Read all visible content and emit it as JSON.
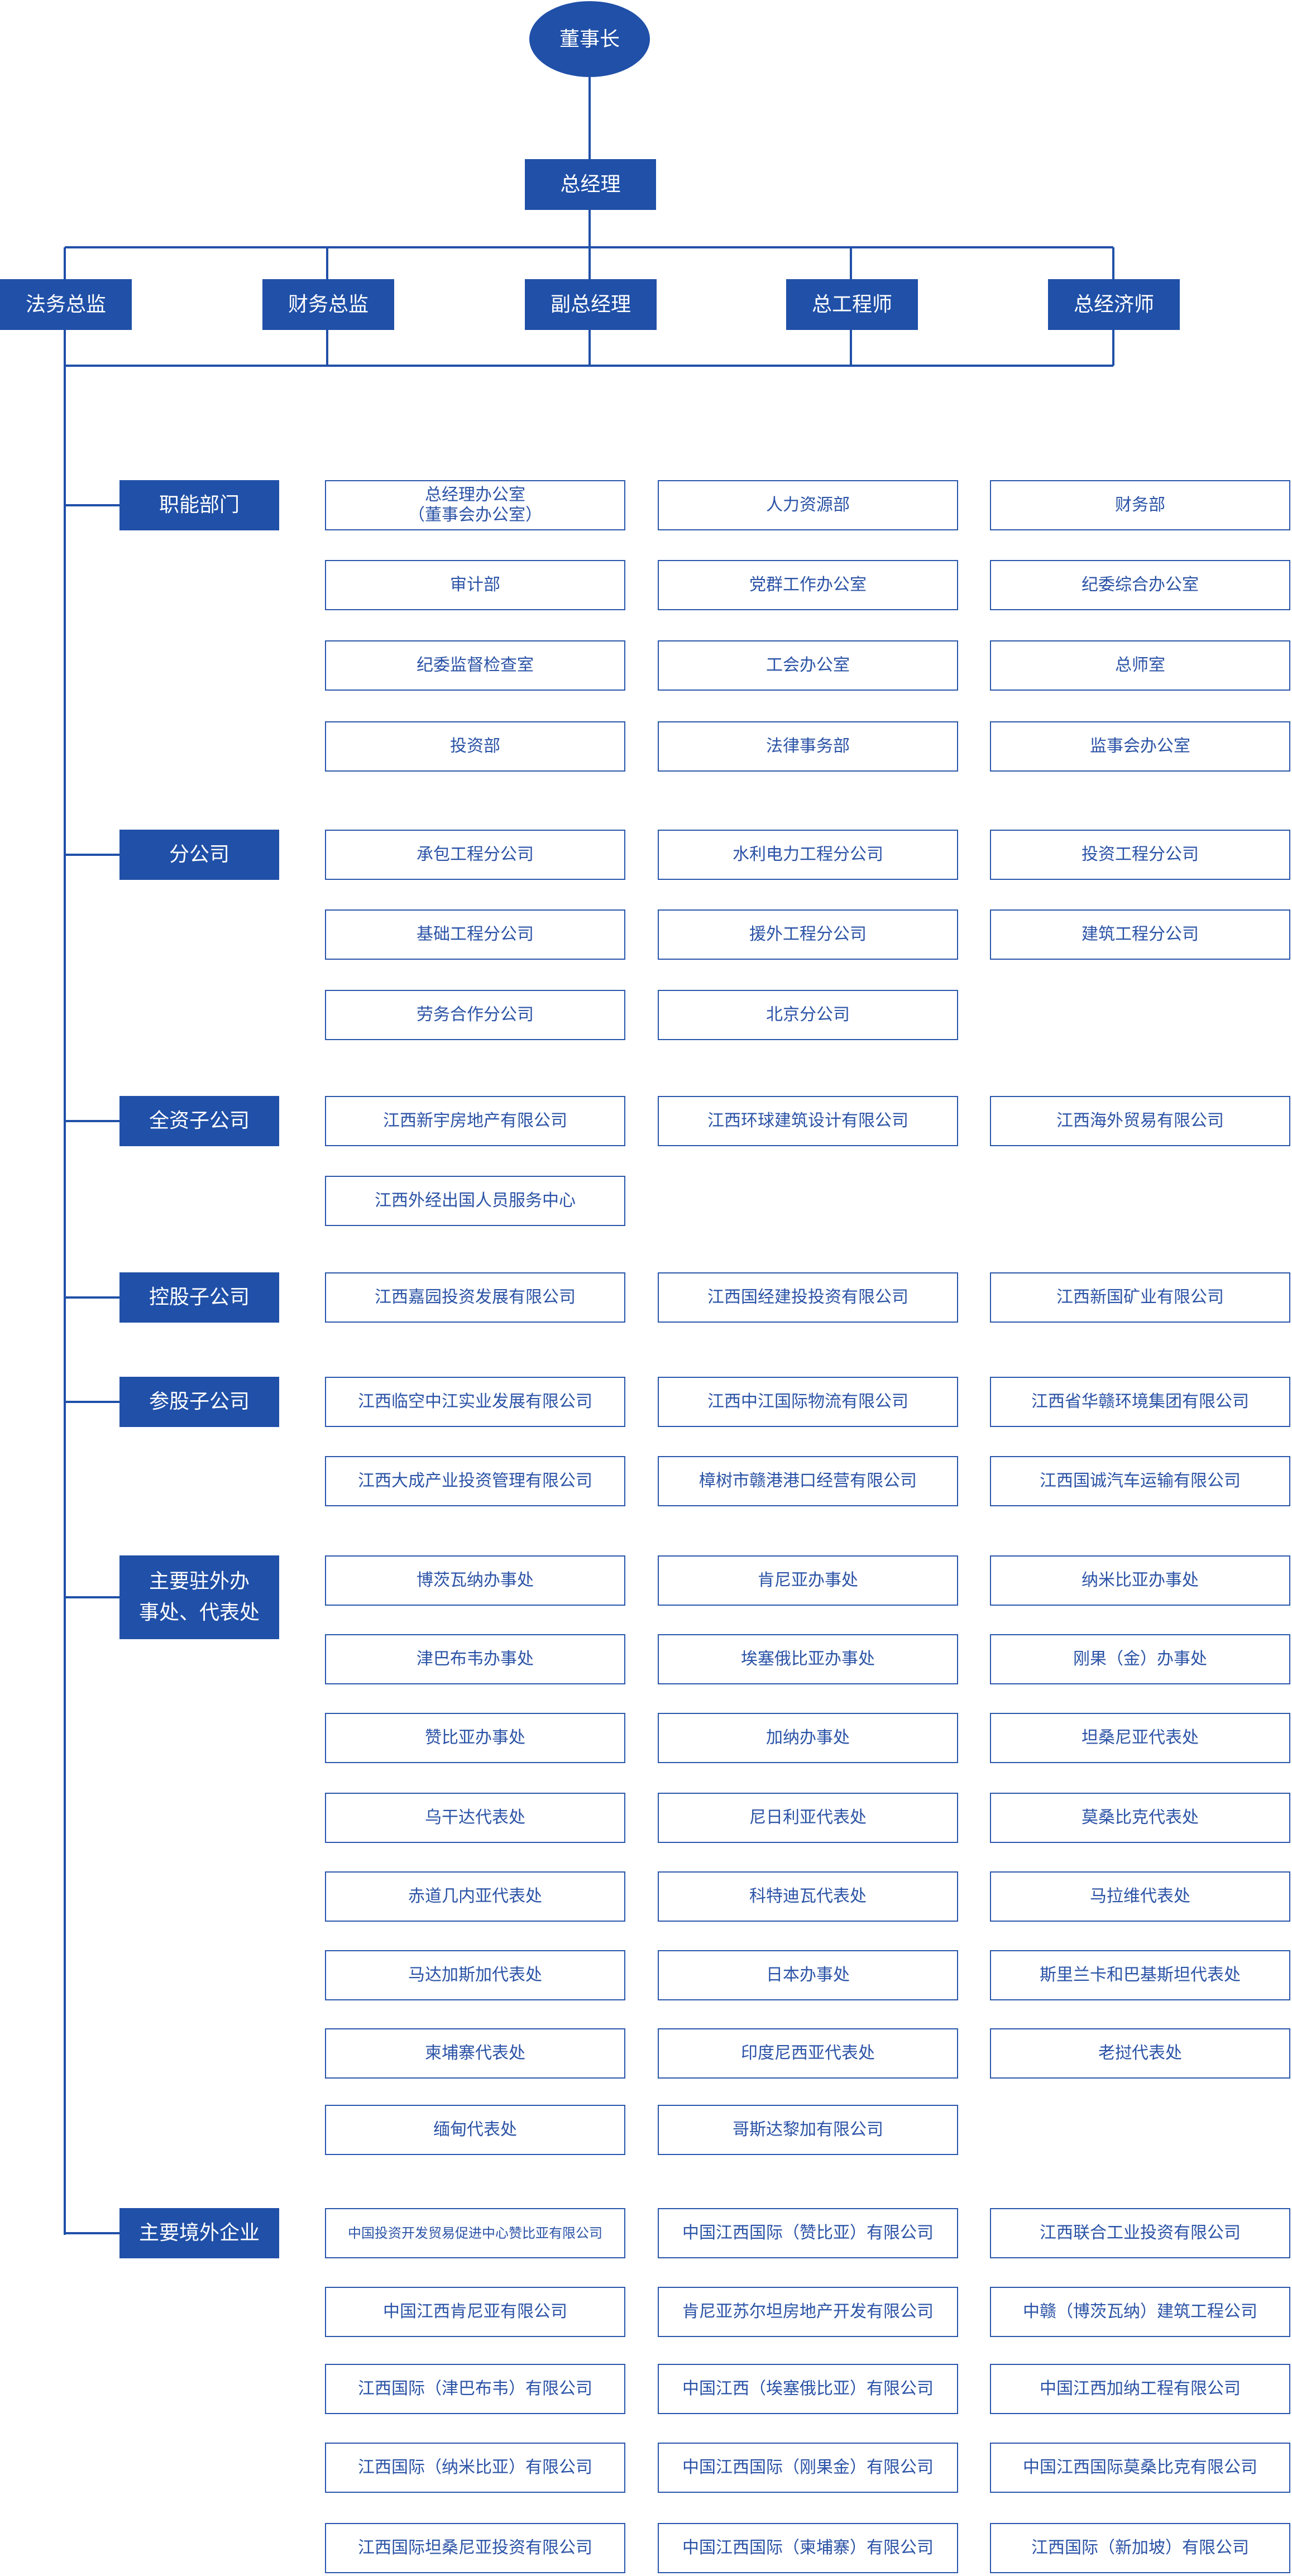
{
  "chairman": "董事长",
  "general_manager": "总经理",
  "executives": [
    "法务总监",
    "财务总监",
    "副总经理",
    "总工程师",
    "总经济师"
  ],
  "sections": [
    {
      "name": "职能部门",
      "items": [
        "总经理办公室\n（董事会办公室）",
        "人力资源部",
        "财务部",
        "审计部",
        "党群工作办公室",
        "纪委综合办公室",
        "纪委监督检查室",
        "工会办公室",
        "总师室",
        "投资部",
        "法律事务部",
        "监事会办公室"
      ]
    },
    {
      "name": "分公司",
      "items": [
        "承包工程分公司",
        "水利电力工程分公司",
        "投资工程分公司",
        "基础工程分公司",
        "援外工程分公司",
        "建筑工程分公司",
        "劳务合作分公司",
        "北京分公司"
      ]
    },
    {
      "name": "全资子公司",
      "items": [
        "江西新宇房地产有限公司",
        "江西环球建筑设计有限公司",
        "江西海外贸易有限公司",
        "江西外经出国人员服务中心"
      ]
    },
    {
      "name": "控股子公司",
      "items": [
        "江西嘉园投资发展有限公司",
        "江西国经建投投资有限公司",
        "江西新国矿业有限公司"
      ]
    },
    {
      "name": "参股子公司",
      "items": [
        "江西临空中江实业发展有限公司",
        "江西中江国际物流有限公司",
        "江西省华赣环境集团有限公司",
        "江西大成产业投资管理有限公司",
        "樟树市赣港港口经营有限公司",
        "江西国诚汽车运输有限公司"
      ]
    },
    {
      "name": "主要驻外办\n事处、代表处",
      "items": [
        "博茨瓦纳办事处",
        "肯尼亚办事处",
        "纳米比亚办事处",
        "津巴布韦办事处",
        "埃塞俄比亚办事处",
        "刚果（金）办事处",
        "赞比亚办事处",
        "加纳办事处",
        "坦桑尼亚代表处",
        "乌干达代表处",
        "尼日利亚代表处",
        "莫桑比克代表处",
        "赤道几内亚代表处",
        "科特迪瓦代表处",
        "马拉维代表处",
        "马达加斯加代表处",
        "日本办事处",
        "斯里兰卡和巴基斯坦代表处",
        "柬埔寨代表处",
        "印度尼西亚代表处",
        "老挝代表处",
        "缅甸代表处",
        "哥斯达黎加有限公司"
      ]
    },
    {
      "name": "主要境外企业",
      "items": [
        "中国投资开发贸易促进中心赞比亚有限公司",
        "中国江西国际（赞比亚）有限公司",
        "江西联合工业投资有限公司",
        "中国江西肯尼亚有限公司",
        "肯尼亚苏尔坦房地产开发有限公司",
        "中赣（博茨瓦纳）建筑工程公司",
        "江西国际（津巴布韦）有限公司",
        "中国江西（埃塞俄比亚）有限公司",
        "中国江西加纳工程有限公司",
        "江西国际（纳米比亚）有限公司",
        "中国江西国际（刚果金）有限公司",
        "中国江西国际莫桑比克有限公司",
        "江西国际坦桑尼亚投资有限公司",
        "中国江西国际（柬埔寨）有限公司",
        "江西国际（新加坡）有限公司"
      ]
    }
  ],
  "colors": {
    "primary": "#2050a8",
    "box_border": "#2a56ab",
    "box_text": "#2b53a6",
    "line": "#2050a8"
  }
}
